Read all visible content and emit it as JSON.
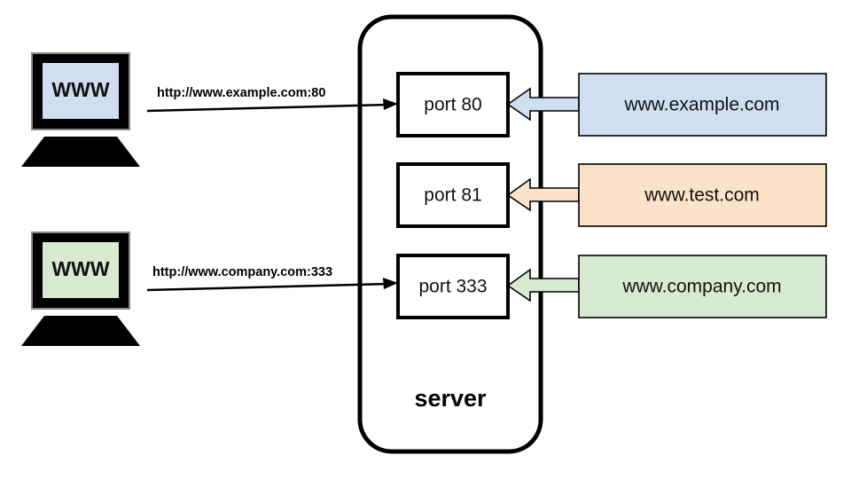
{
  "diagram": {
    "title": "server",
    "colors": {
      "blue": "#cfdff0",
      "peach": "#fbe2c8",
      "green": "#d8ead0",
      "black": "#000000",
      "white": "#ffffff"
    },
    "clients": [
      {
        "name": "client-top",
        "screen_text": "WWW",
        "screen_color": "#cfdff0",
        "request_url": "http://www.example.com:80",
        "target_port": "port 80"
      },
      {
        "name": "client-bottom",
        "screen_text": "WWW",
        "screen_color": "#d8ead0",
        "request_url": "http://www.company.com:333",
        "target_port": "port 333"
      }
    ],
    "ports": [
      {
        "label": "port 80"
      },
      {
        "label": "port 81"
      },
      {
        "label": "port 333"
      }
    ],
    "sites": [
      {
        "label": "www.example.com",
        "color": "#cfdff0",
        "port": "port 80"
      },
      {
        "label": "www.test.com",
        "color": "#fbe2c8",
        "port": "port 81"
      },
      {
        "label": "www.company.com",
        "color": "#d8ead0",
        "port": "port 333"
      }
    ]
  }
}
